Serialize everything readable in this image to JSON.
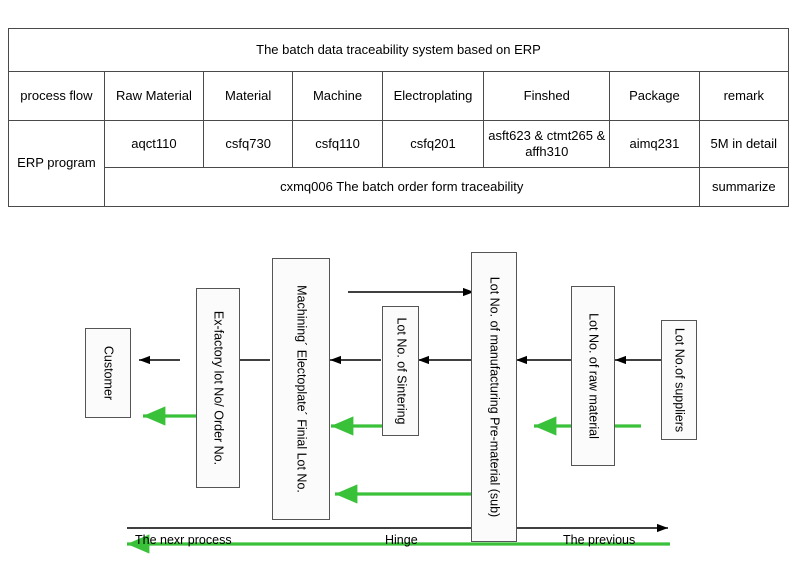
{
  "table": {
    "title": "The batch data traceability system based on ERP",
    "header_row": [
      "process flow",
      "Raw Material",
      "Material",
      "Machine",
      "Electroplating",
      "Finshed",
      "Package",
      "remark"
    ],
    "program_row": {
      "label": "ERP program",
      "cells": [
        "aqct110",
        "csfq730",
        "csfq110",
        "csfq201",
        "asft623 & ctmt265 & affh310",
        "aimq231",
        "5M in detail"
      ]
    },
    "summary_row": {
      "span_text": "cxmq006 The batch order form traceability",
      "remark": "summarize"
    }
  },
  "diagram": {
    "nodes": [
      {
        "id": "customer",
        "label": "Customer"
      },
      {
        "id": "ex-factory",
        "label": "Ex-factory lot No/ Order No."
      },
      {
        "id": "machining",
        "label": "Machining´ Electoplate´ Finial Lot No."
      },
      {
        "id": "sintering",
        "label": "Lot No. of Sintering"
      },
      {
        "id": "manufacturing",
        "label": "Lot No. of manufacturing Pre-material (sub)"
      },
      {
        "id": "raw-material",
        "label": "Lot No. of raw material"
      },
      {
        "id": "suppliers",
        "label": "Lot No.of suppliers"
      }
    ],
    "legends": {
      "next_process": "The nexr process",
      "hinge": "Hinge",
      "previous": "The previous"
    },
    "colors": {
      "forward_arrow": "#000000",
      "backward_arrow": "#3ac13a",
      "node_border": "#555555",
      "node_fill": "#fbfbfb"
    }
  }
}
